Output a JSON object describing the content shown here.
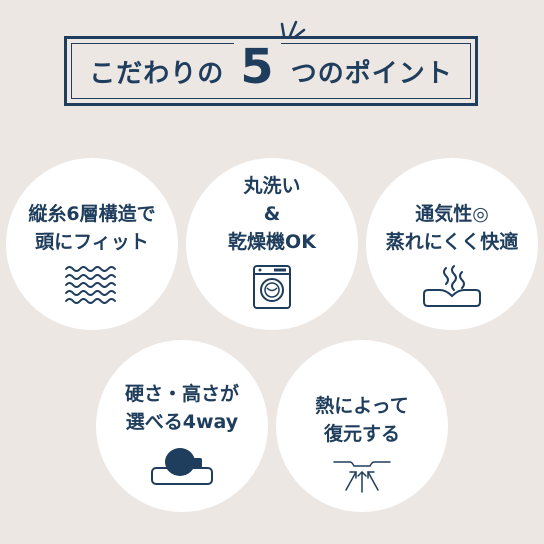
{
  "header": {
    "title_before": "こだわりの",
    "number": "5",
    "title_after": "つのポイント"
  },
  "points": [
    {
      "lines": [
        "縦糸6層構造で",
        "頭にフィット"
      ],
      "icon": "wave-lines-icon"
    },
    {
      "lines": [
        "丸洗い",
        "&",
        "乾燥機OK"
      ],
      "icon": "washing-machine-icon"
    },
    {
      "lines": [
        "通気性◎",
        "蒸れにくく快適"
      ],
      "icon": "steam-pillow-icon"
    },
    {
      "lines": [
        "硬さ・高さが",
        "選べる4way"
      ],
      "icon": "head-on-pillow-icon"
    },
    {
      "lines": [
        "熱によって",
        "復元する"
      ],
      "icon": "restore-arrows-icon"
    }
  ],
  "colors": {
    "background": "#ede7e4",
    "navy": "#1f3d5c",
    "circle": "#ffffff"
  }
}
